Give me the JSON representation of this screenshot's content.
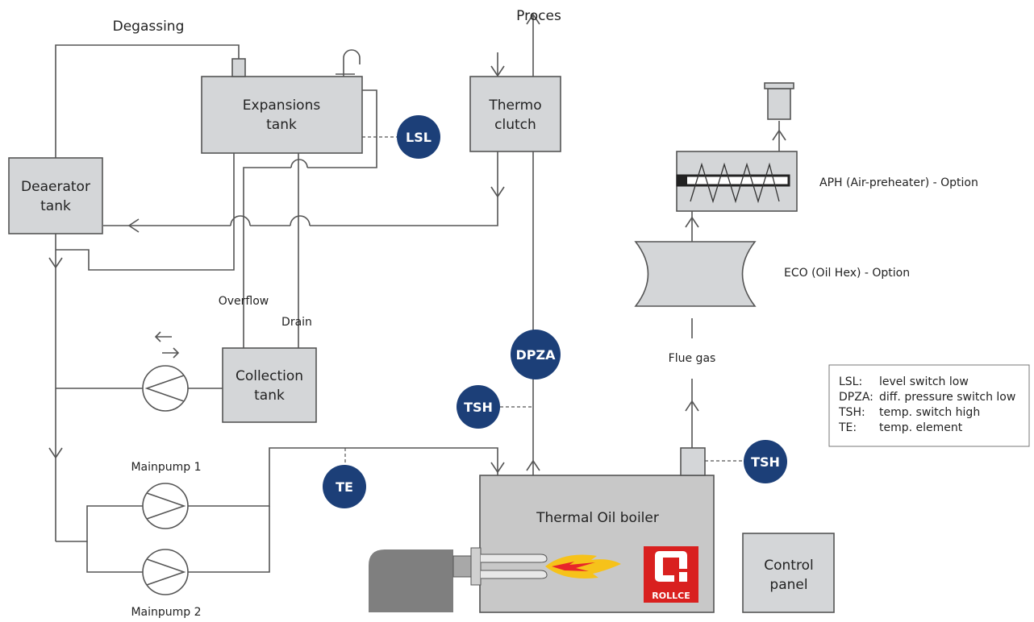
{
  "labels": {
    "degassing": "Degassing",
    "proces": "Proces",
    "expansion_tank_1": "Expansions",
    "expansion_tank_2": "tank",
    "thermo_clutch_1": "Thermo",
    "thermo_clutch_2": "clutch",
    "deaerator_1": "Deaerator",
    "deaerator_2": "tank",
    "overflow": "Overflow",
    "drain": "Drain",
    "collection_tank_1": "Collection",
    "collection_tank_2": "tank",
    "mainpump_1": "Mainpump 1",
    "mainpump_2": "Mainpump 2",
    "boiler": "Thermal Oil boiler",
    "control_panel_1": "Control",
    "control_panel_2": "panel",
    "aph": "APH (Air-preheater) - Option",
    "eco": "ECO (Oil Hex) - Option",
    "flue_gas": "Flue gas",
    "logo_text": "ROLLCE"
  },
  "sensors": {
    "lsl": "LSL",
    "dpza": "DPZA",
    "tsh_left": "TSH",
    "tsh_right": "TSH",
    "te": "TE"
  },
  "legend": [
    {
      "abbr": "LSL:",
      "desc": "level switch low"
    },
    {
      "abbr": "DPZA:",
      "desc": "diff. pressure switch low"
    },
    {
      "abbr": "TSH:",
      "desc": "temp. switch high"
    },
    {
      "abbr": "TE:",
      "desc": "temp. element"
    }
  ],
  "colors": {
    "sensor": "#1c3f78",
    "tank_fill": "#d4d6d8",
    "boiler_fill": "#c8c8c8",
    "burner": "#7f7f7f",
    "logo": "#d9201f",
    "flame_outer": "#f6c21a",
    "flame_inner": "#e8242a"
  }
}
